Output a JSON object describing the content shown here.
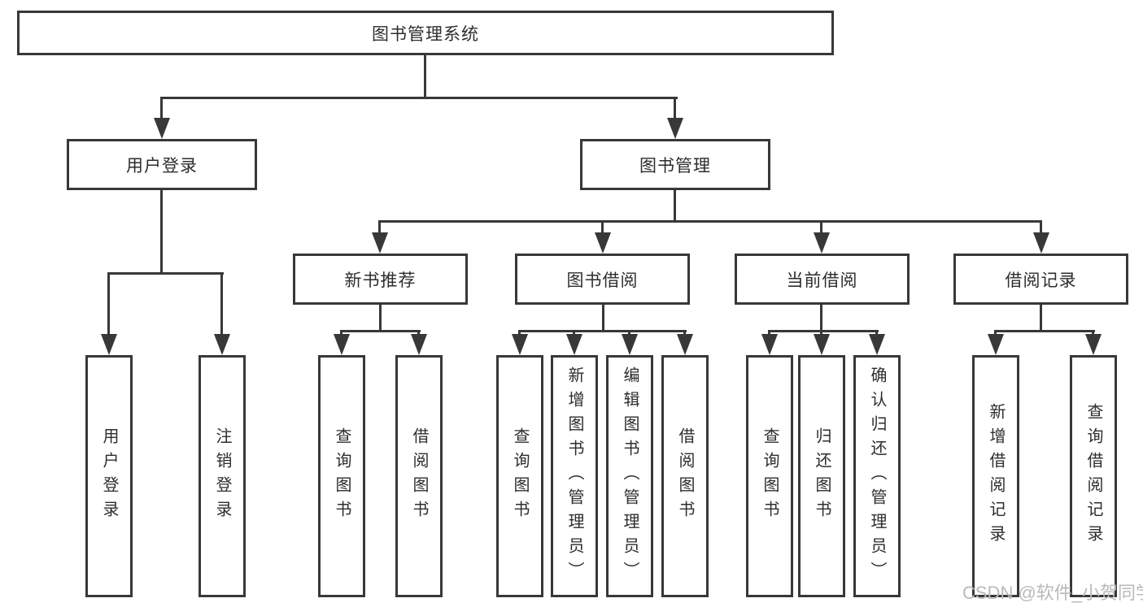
{
  "diagram": {
    "title": "图书管理系统",
    "watermark": "CSDN @软件_小贺同学",
    "colors": {
      "line": "#383838",
      "text": "#2d2d2d",
      "watermark": "#b9b9b9",
      "background": "#ffffff"
    }
  },
  "tree": {
    "root": "图书管理系统",
    "level2": [
      {
        "label": "用户登录",
        "leaves": [
          "用户登录",
          "注销登录"
        ]
      },
      {
        "label": "图书管理",
        "children": [
          {
            "label": "新书推荐",
            "leaves": [
              "查询图书",
              "借阅图书"
            ]
          },
          {
            "label": "图书借阅",
            "leaves": [
              "查询图书",
              "新增图书（管理员）",
              "编辑图书（管理员）",
              "借阅图书"
            ]
          },
          {
            "label": "当前借阅",
            "leaves": [
              "查询图书",
              "归还图书",
              "确认归还（管理员）"
            ]
          },
          {
            "label": "借阅记录",
            "leaves": [
              "新增借阅记录",
              "查询借阅记录"
            ]
          }
        ]
      }
    ]
  }
}
